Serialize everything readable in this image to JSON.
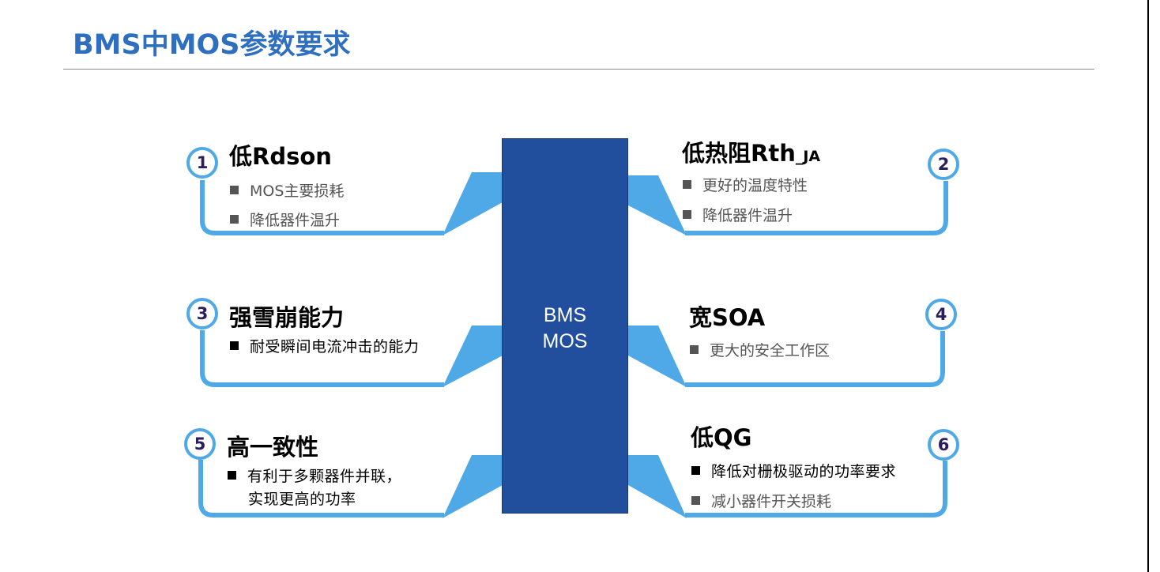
{
  "title": "BMS中MOS参数要求",
  "center": {
    "line1": "BMS",
    "line2": "MOS"
  },
  "items": [
    {
      "num": "1",
      "title": "低Rdson",
      "bullets": [
        "MOS主要损耗",
        "降低器件温升"
      ]
    },
    {
      "num": "2",
      "title": "低热阻Rth",
      "title_sub": "_JA",
      "bullets": [
        "更好的温度特性",
        "降低器件温升"
      ]
    },
    {
      "num": "3",
      "title": "强雪崩能力",
      "bullets": [
        "耐受瞬间电流冲击的能力"
      ]
    },
    {
      "num": "4",
      "title": "宽SOA",
      "bullets": [
        "更大的安全工作区"
      ]
    },
    {
      "num": "5",
      "title": "高一致性",
      "bullets": [
        "有利于多颗器件并联，"
      ],
      "bullet_cont": "实现更高的功率"
    },
    {
      "num": "6",
      "title": "低QG",
      "bullets": [
        "降低对栅极驱动的功率要求",
        "减小器件开关损耗"
      ]
    }
  ],
  "colors": {
    "title": "#2f6fc0",
    "center_box": "#214f9e",
    "connector": "#4ea9e6",
    "number_text": "#2b1e5e"
  }
}
